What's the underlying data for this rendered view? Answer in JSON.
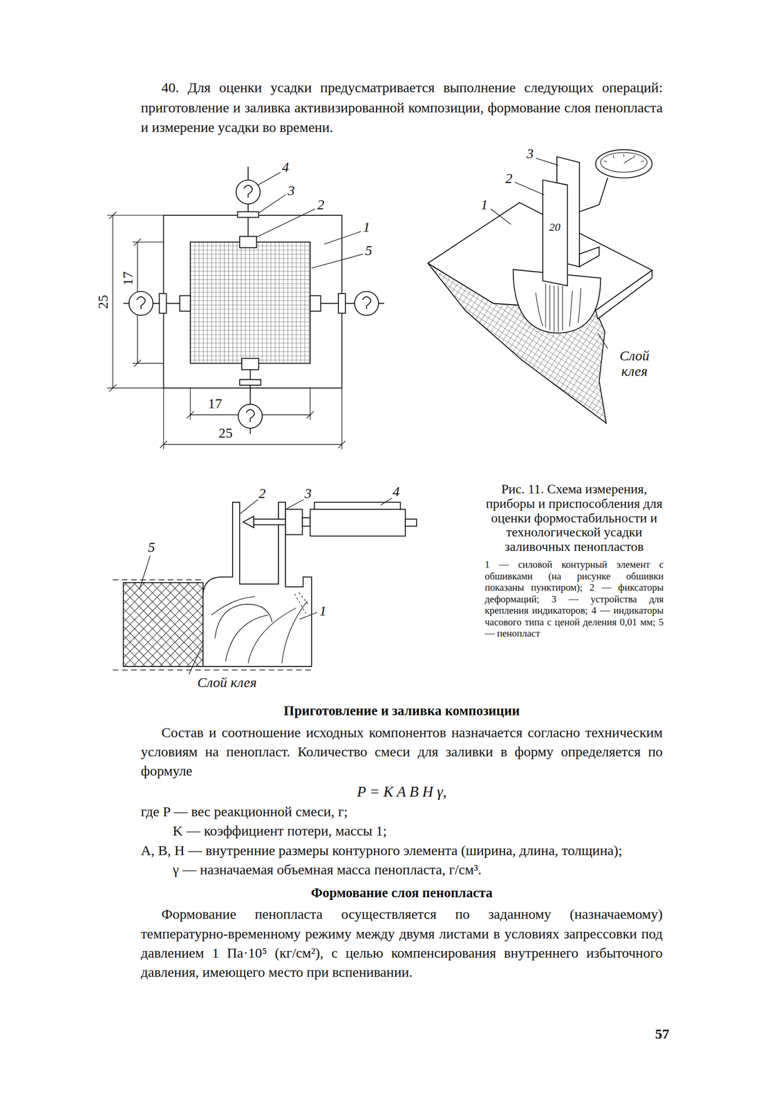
{
  "diagram": {
    "caption": "Рис. 11. Схема измерения, приборы и приспособления для оценки формостабильности и технологической усадки заливочных пенопластов",
    "labels": [
      "40. Для оценки усадки предусматривается выполнение следующих операций: приготовление и заливка активизированной композиции, формование слоя пенопласта и измерение усадки во времени.",
      "4",
      "3",
      "2",
      "1",
      "5",
      "25",
      "17",
      "17",
      "25",
      "3",
      "2",
      "1",
      "20",
      "Слой клея",
      "2",
      "3",
      "4",
      "5",
      "1",
      "Слой клея",
      "1 — силовой контурный элемент с обшивками (на рисунке обшивки показаны пунктиром); 2 — фиксаторы деформаций; 3 — устройства для крепления индикаторов; 4 — индикаторы часового типа с ценой деления 0,01 мм; 5 — пенопласт",
      "Приготовление и заливка композиции",
      "Состав и соотношение исходных компонентов назначается согласно техническим условиям на пенопласт. Количество смеси для заливки в форму определяется по формуле",
      "P = K A B H γ,",
      "где P — вес реакционной смеси, г;",
      "K — коэффициент потери, массы 1;",
      "A, B, H — внутренние размеры контурного элемента (ширина, длина, толщина);",
      "γ — назначаемая объемная масса пенопласта, г/см³.",
      "Формование слоя пенопласта",
      "Формование пенопласта осуществляется по заданному (назначаемому) температурно-временному режиму между двумя листами в условиях запрессовки под давлением 1 Па·10⁵ (кг/см²), с целью компенсирования внутреннего избыточного давления, имеющего место при вспенивании.",
      "57"
    ]
  }
}
